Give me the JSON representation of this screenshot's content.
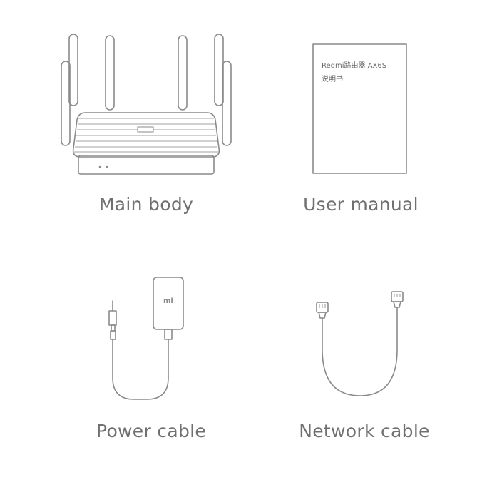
{
  "items": [
    {
      "label": "Main body"
    },
    {
      "label": "User manual"
    },
    {
      "label": "Power cable"
    },
    {
      "label": "Network cable"
    }
  ],
  "manual": {
    "title": "Redmi路由器 AX6S",
    "subtitle": "说明书"
  },
  "adapter": {
    "logo": "mi"
  },
  "colors": {
    "line": "#8a8a8a",
    "label": "#707070",
    "background": "#ffffff"
  }
}
